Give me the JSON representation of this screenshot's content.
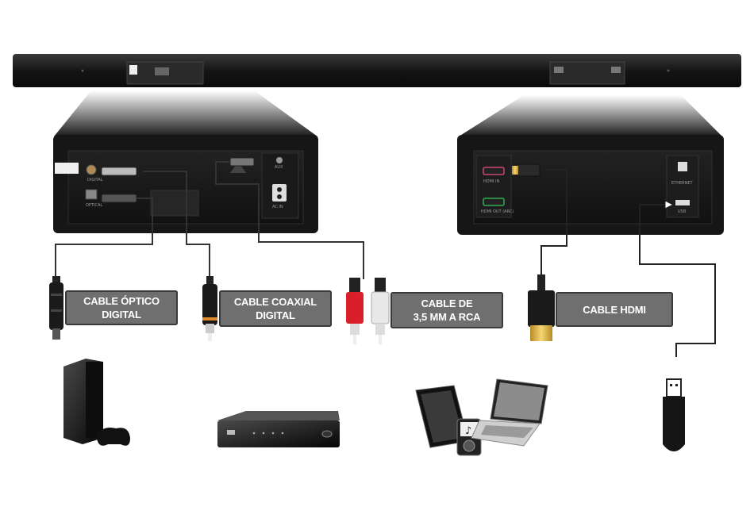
{
  "labels": {
    "optical": {
      "line1": "CABLE ÓPTICO",
      "line2": "DIGITAL"
    },
    "coaxial": {
      "line1": "CABLE COAXIAL",
      "line2": "DIGITAL"
    },
    "rca": {
      "line1": "CABLE DE",
      "line2": "3,5 MM A RCA"
    },
    "hdmi": {
      "line1": "CABLE HDMI"
    }
  },
  "ports": {
    "digital": "DIGITAL",
    "optical": "OPTICAL",
    "aux": "AUX",
    "ac_in": "AC IN",
    "hdmi_in": "HDMI IN",
    "hdmi_out": "HDMI OUT (ARC)",
    "ethernet": "ETHERNET",
    "usb": "USB"
  },
  "colors": {
    "label_bg": "#6f6f6f",
    "panel": "#1c1c1c",
    "cable": "#222222",
    "rca_red": "#d9202a",
    "rca_white": "#e8e8e8",
    "gold": "#e2b94a"
  }
}
